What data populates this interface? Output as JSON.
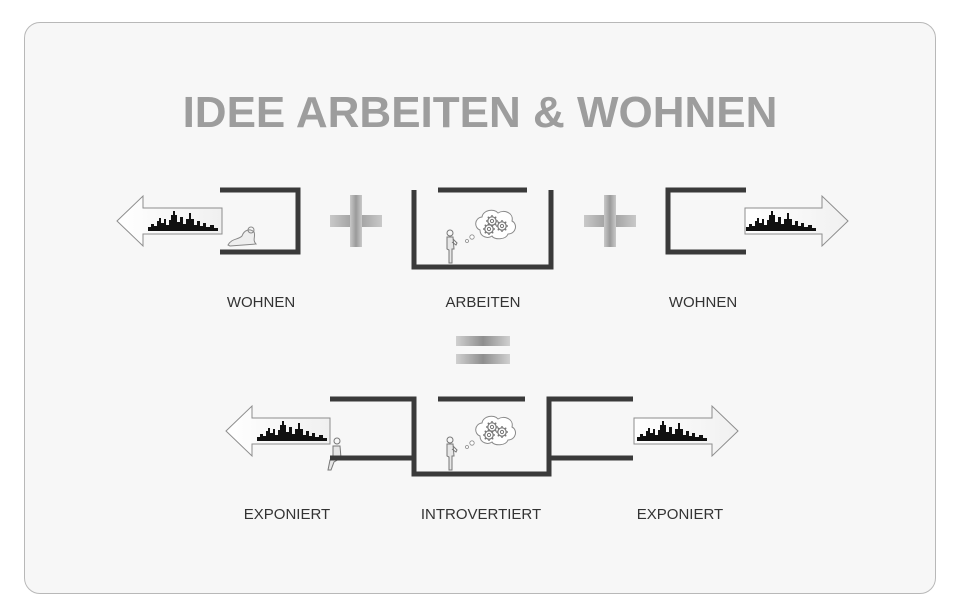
{
  "title": "IDEE ARBEITEN & WOHNEN",
  "top_row": {
    "left_label": "WOHNEN",
    "center_label": "ARBEITEN",
    "right_label": "WOHNEN"
  },
  "bottom_row": {
    "left_label": "EXPONIERT",
    "center_label": "INTROVERTIERT",
    "right_label": "EXPONIERT"
  },
  "colors": {
    "wall": "#3a3a3a",
    "title": "#9d9d9d",
    "operator": "#a9a9a9",
    "skyline": "#111111",
    "card_bg": "#f7f7f7"
  },
  "icons": [
    "skyline-icon",
    "arrow-left-icon",
    "arrow-right-icon",
    "plus-icon",
    "equals-icon",
    "person-icon",
    "thought-bubble-icon",
    "gear-icon",
    "reclining-person-icon"
  ]
}
